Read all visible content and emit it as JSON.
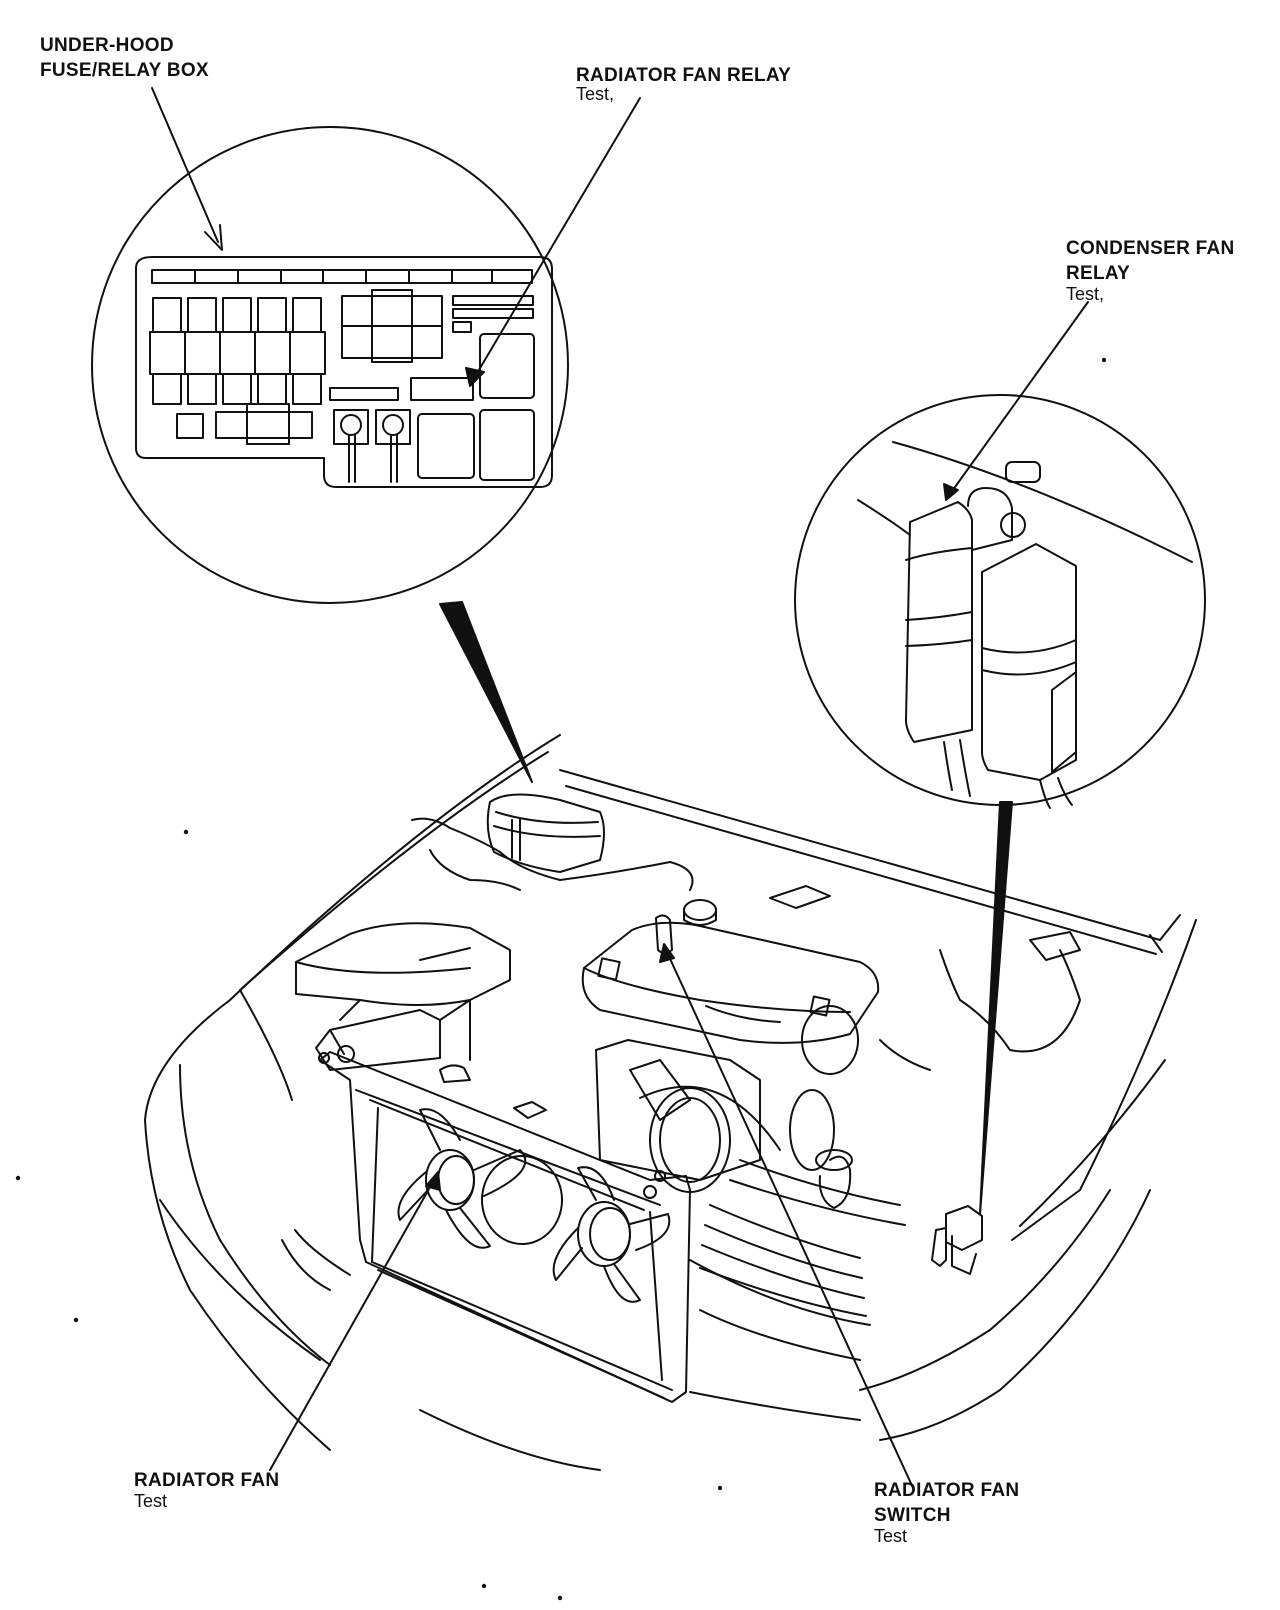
{
  "labels": {
    "fuse_box": {
      "line1": "UNDER-HOOD",
      "line2": "FUSE/RELAY BOX"
    },
    "radiator_fan_relay": {
      "title": "RADIATOR FAN RELAY",
      "note": "Test,"
    },
    "condenser_fan_relay": {
      "line1": "CONDENSER FAN",
      "line2": "RELAY",
      "note": "Test,"
    },
    "radiator_fan": {
      "title": "RADIATOR FAN",
      "note": "Test"
    },
    "radiator_fan_switch": {
      "line1": "RADIATOR FAN",
      "line2": "SWITCH",
      "note": "Test"
    }
  },
  "colors": {
    "ink": "#111111",
    "paper": "#ffffff"
  }
}
